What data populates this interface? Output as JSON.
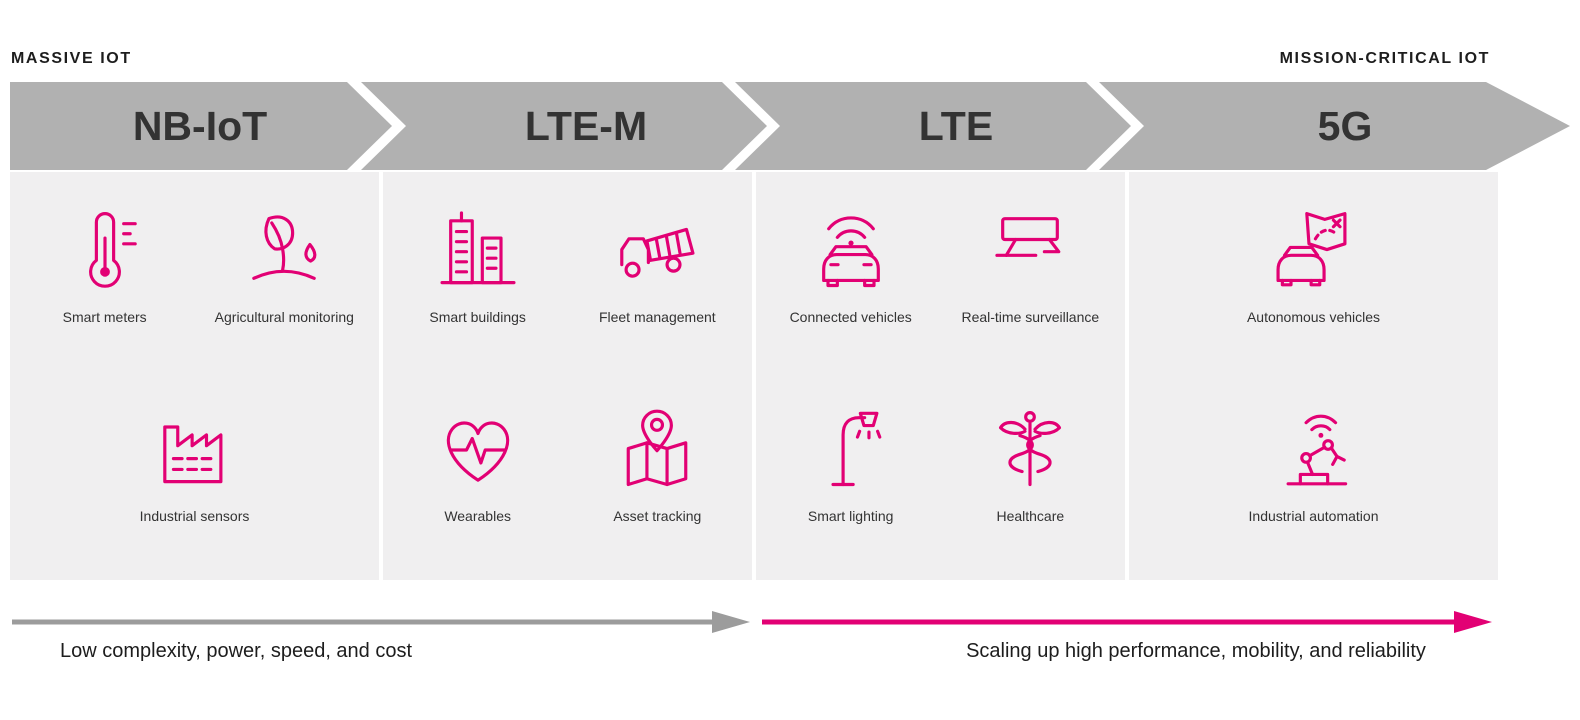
{
  "header": {
    "left_label": "MASSIVE IOT",
    "right_label": "MISSION-CRITICAL IOT"
  },
  "banner": {
    "segments": [
      {
        "label": "NB-IoT"
      },
      {
        "label": "LTE-M"
      },
      {
        "label": "LTE"
      },
      {
        "label": "5G"
      }
    ]
  },
  "columns": [
    {
      "technology": "NB-IoT",
      "rows": [
        [
          {
            "icon": "thermometer-icon",
            "label": "Smart meters"
          },
          {
            "icon": "plant-icon",
            "label": "Agricultural monitoring"
          }
        ],
        [
          {
            "icon": "factory-icon",
            "label": "Industrial sensors"
          }
        ]
      ]
    },
    {
      "technology": "LTE-M",
      "rows": [
        [
          {
            "icon": "buildings-icon",
            "label": "Smart buildings"
          },
          {
            "icon": "dump-truck-icon",
            "label": "Fleet management"
          }
        ],
        [
          {
            "icon": "heartbeat-icon",
            "label": "Wearables"
          },
          {
            "icon": "map-pin-icon",
            "label": "Asset tracking"
          }
        ]
      ]
    },
    {
      "technology": "LTE",
      "rows": [
        [
          {
            "icon": "connected-car-icon",
            "label": "Connected vehicles"
          },
          {
            "icon": "cctv-camera-icon",
            "label": "Real-time surveillance"
          }
        ],
        [
          {
            "icon": "street-lamp-icon",
            "label": "Smart lighting"
          },
          {
            "icon": "caduceus-icon",
            "label": "Healthcare"
          }
        ]
      ]
    },
    {
      "technology": "5G",
      "rows": [
        [
          {
            "icon": "car-map-icon",
            "label": "Autonomous vehicles"
          }
        ],
        [
          {
            "icon": "robot-arm-icon",
            "label": "Industrial automation"
          }
        ]
      ]
    }
  ],
  "footer": {
    "left_caption": "Low complexity, power, speed, and cost",
    "right_caption": "Scaling up high performance, mobility, and reliability"
  },
  "colors": {
    "accent_magenta": "#e20074",
    "banner_gray": "#b1b1b1",
    "panel_gray": "#f0eff0",
    "arrow_gray": "#9c9c9c",
    "text_dark": "#1d1d1d"
  }
}
